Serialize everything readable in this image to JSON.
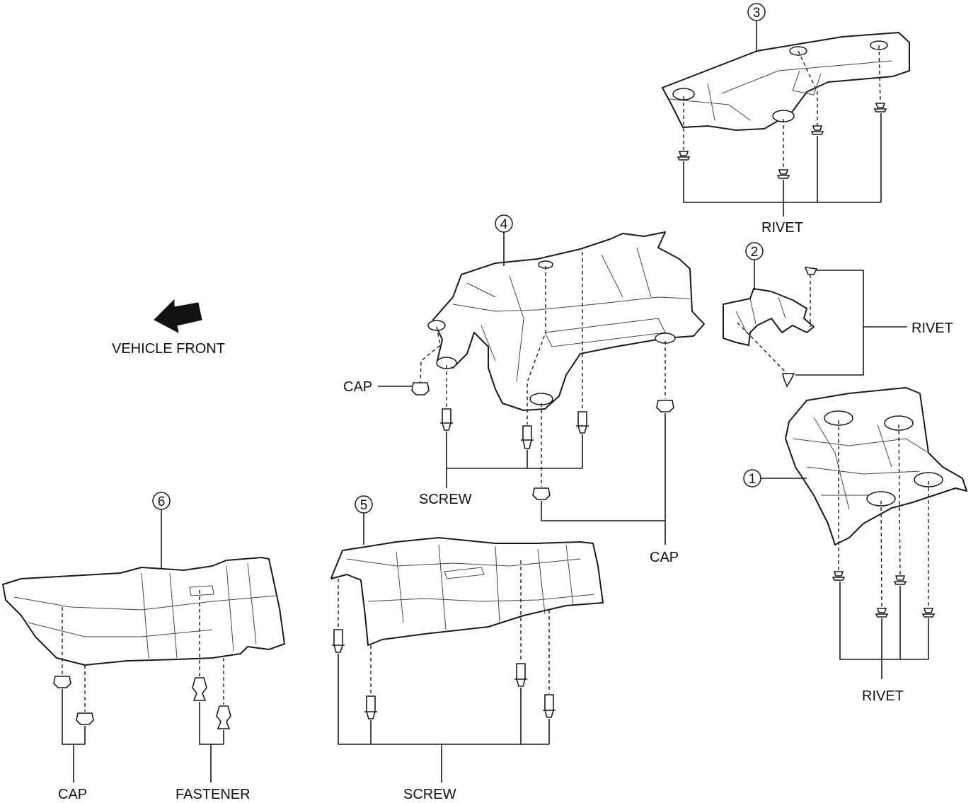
{
  "labels": {
    "vehicle_front": "VEHICLE FRONT",
    "rivet_3": "RIVET",
    "rivet_2": "RIVET",
    "rivet_1": "RIVET",
    "cap_4_left": "CAP",
    "cap_4_right": "CAP",
    "screw_4": "SCREW",
    "screw_5": "SCREW",
    "cap_6": "CAP",
    "fastener_6": "FASTENER"
  },
  "callouts": {
    "c1": "1",
    "c2": "2",
    "c3": "3",
    "c4": "4",
    "c5": "5",
    "c6": "6"
  },
  "colors": {
    "line": "#1a1a1a",
    "background": "#ffffff"
  }
}
